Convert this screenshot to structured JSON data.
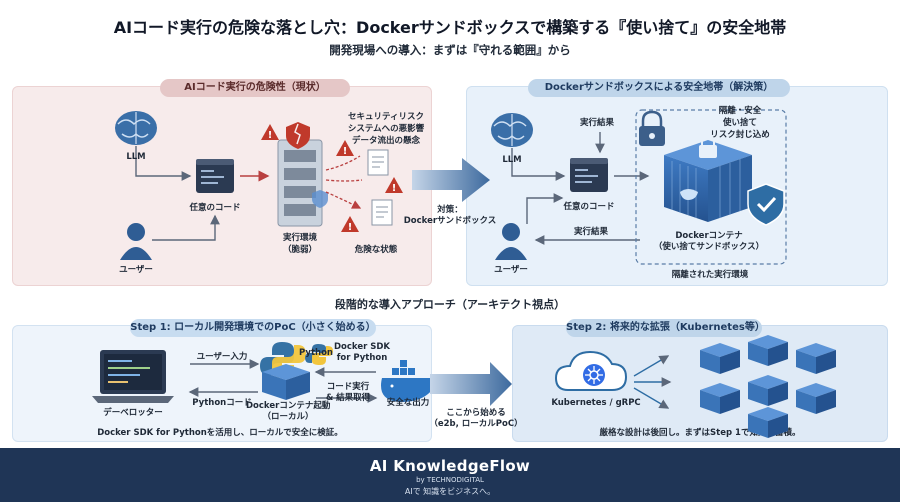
{
  "header": {
    "title": "AIコード実行の危険な落とし穴：Dockerサンドボックスで構築する『使い捨て』の安全地帯",
    "subtitle": "開発現場への導入：まずは『守れる範囲』から"
  },
  "risk_panel": {
    "title": "AIコード実行の危険性（現状）",
    "llm": "LLM",
    "user": "ユーザー",
    "code": "任意のコード",
    "env_line1": "実行環境",
    "env_line2": "（脆弱）",
    "risk_line1": "セキュリティリスク",
    "risk_line2": "システムへの悪影響",
    "risk_line3": "データ流出の懸念",
    "danger": "危険な状態"
  },
  "transition": {
    "line1": "対策：",
    "line2": "Dockerサンドボックス"
  },
  "solution_panel": {
    "title": "Dockerサンドボックスによる安全地帯（解決策）",
    "llm": "LLM",
    "user": "ユーザー",
    "code": "任意のコード",
    "result_top": "実行結果",
    "result_bottom": "実行結果",
    "isolation_line1": "隔離・安全",
    "isolation_line2": "使い捨て",
    "isolation_line3": "リスク封じ込め",
    "container_line1": "Dockerコンテナ",
    "container_line2": "（使い捨てサンドボックス）",
    "isolated_env": "隔離された実行環境"
  },
  "approach_title": "段階的な導入アプローチ（アーキテクト視点）",
  "step1": {
    "title": "Step 1: ローカル開発環境でのPoC（小さく始める）",
    "developer": "デーベロッター",
    "user_input": "ユーザー入力",
    "python": "Python",
    "python_code": "Pythonコード",
    "sdk_line1": "Docker SDK",
    "sdk_line2": "for Python",
    "container_line1": "Dockerコンテナ起動",
    "container_line2": "（ローカル）",
    "exec_line1": "コード実行",
    "exec_line2": "& 結果取得",
    "safe_output": "安全な出力",
    "note": "Docker SDK for Pythonを活用し、ローカルで安全に検証。"
  },
  "step_transition": {
    "line1": "ここから始める",
    "line2": "（e2b, ローカルPoC）"
  },
  "step2": {
    "title": "Step 2: 将来的な拡張（Kubernetes等）",
    "k8s": "Kubernetes / gRPC",
    "note": "厳格な設計は後回し。まずはStep 1で知見を蓄積。"
  },
  "footer": {
    "brand": "AI KnowledgeFlow",
    "by": "by TECHNODIGITAL",
    "tagline": "AIで 知識をビジネスへ。"
  },
  "colors": {
    "navy": "#1f3556",
    "risk_bg": "#f7ebeb",
    "solution_bg": "#e8f1fa",
    "warning_red": "#c0392b",
    "accent_blue": "#2e6da4"
  },
  "icons": [
    "brain-icon",
    "user-icon",
    "code-window-icon",
    "server-icon",
    "warning-icon",
    "document-icon",
    "padlock-icon",
    "container-icon",
    "shield-check-icon",
    "laptop-icon",
    "python-icon",
    "docker-whale-icon",
    "kubernetes-cloud-icon",
    "cube-cluster-icon"
  ]
}
